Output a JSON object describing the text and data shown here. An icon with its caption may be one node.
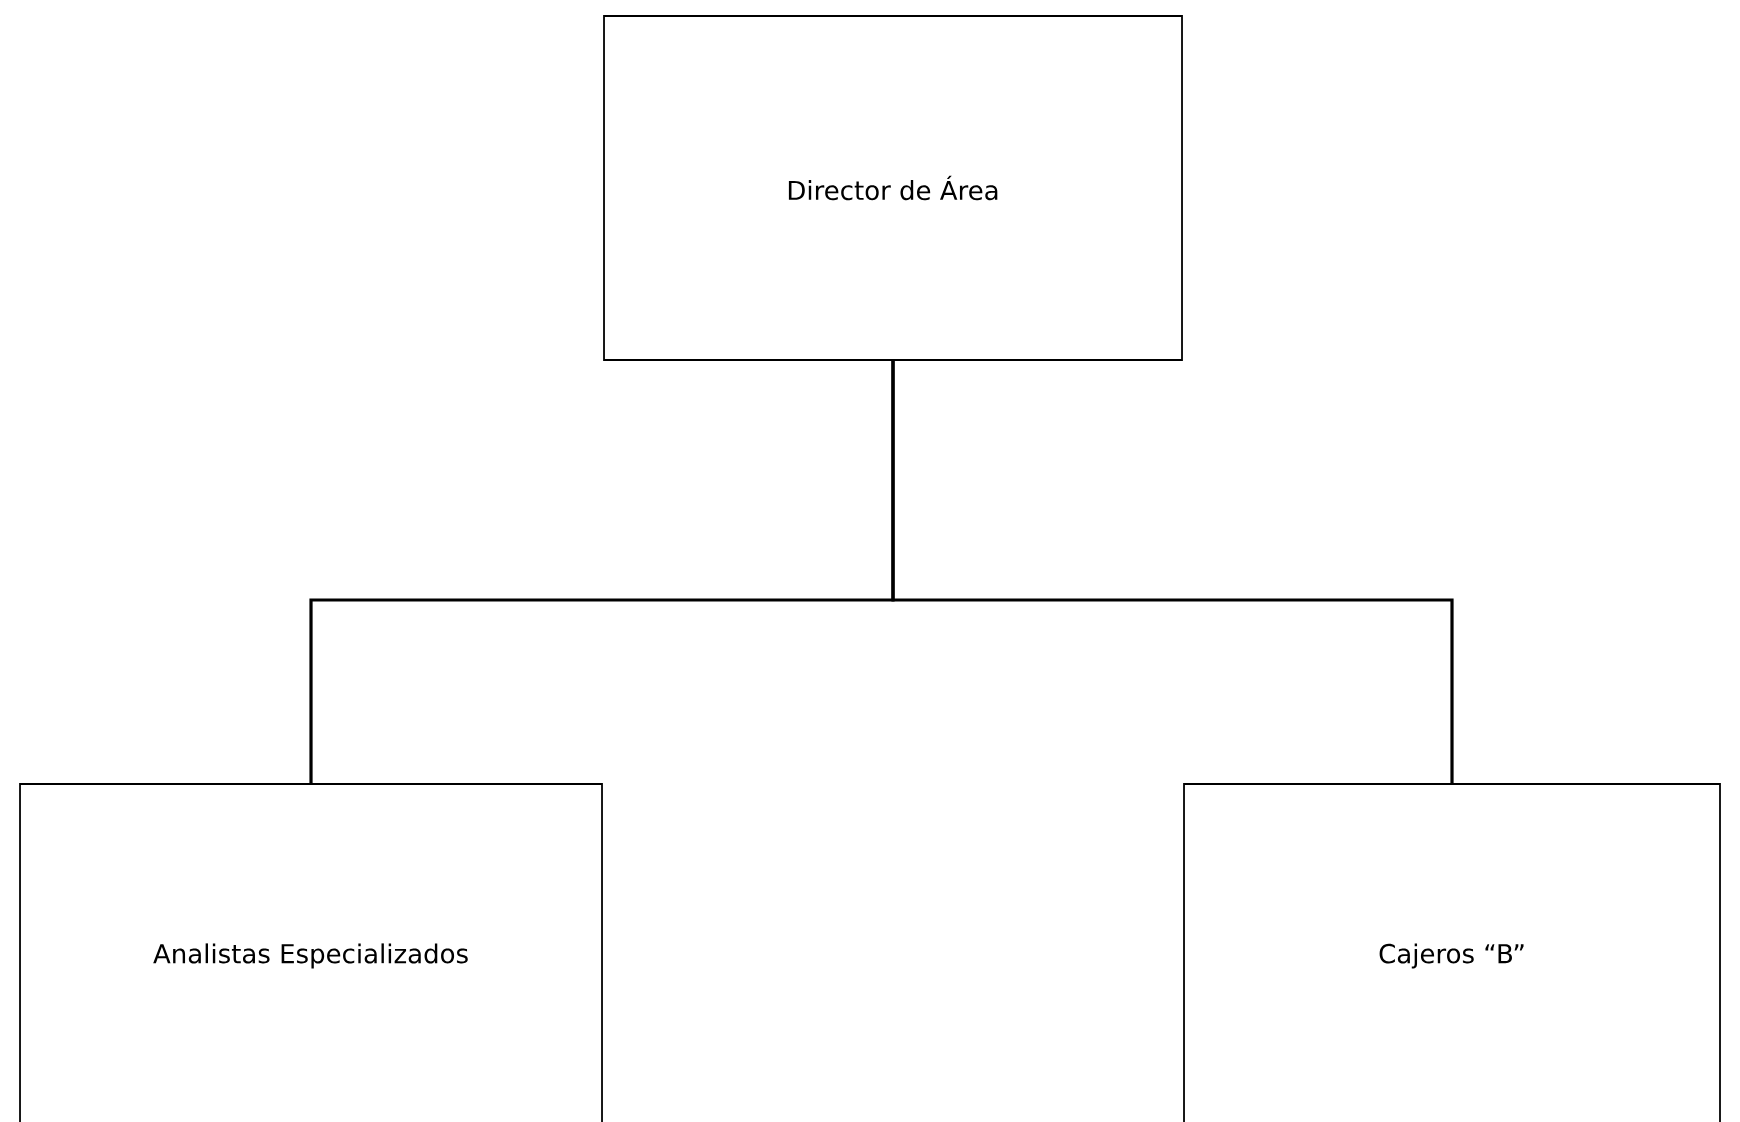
{
  "diagram": {
    "nodes": [
      {
        "text": [
          "Director de Área"
        ]
      },
      {
        "text": [
          "Analistas Especializados"
        ]
      },
      {
        "text": [
          "Cajeros “B”"
        ]
      }
    ],
    "edges": [
      {
        "from": 0,
        "to": 1,
        "arrow": "none"
      },
      {
        "from": 0,
        "to": 2,
        "arrow": "none"
      }
    ]
  }
}
